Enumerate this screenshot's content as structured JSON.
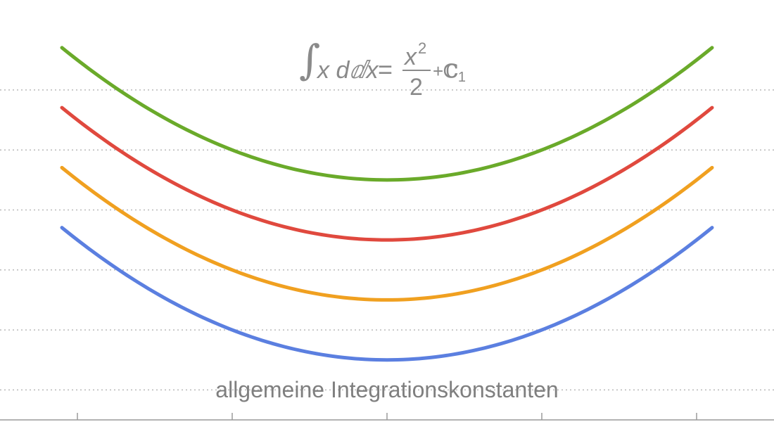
{
  "chart_data": {
    "type": "line",
    "caption": "allgemeine Integrationskonstanten",
    "formula": {
      "integral_sign": "∫",
      "integrand": "x d",
      "differential": "x",
      "equals": "=",
      "numerator": "x",
      "exponent": "2",
      "denominator": "2",
      "plus": "+",
      "constant": "ℂ",
      "subscript": "1"
    },
    "xlim": [
      -2.5,
      2.5
    ],
    "ylim": [
      -1,
      6
    ],
    "grid": "horizontal dotted",
    "series": [
      {
        "color": "#5b7fe0",
        "offset": 0
      },
      {
        "color": "#f0a020",
        "offset": 1
      },
      {
        "color": "#e0493e",
        "offset": 2
      },
      {
        "color": "#6aaa2a",
        "offset": 3
      }
    ],
    "x_ticks": [
      -2,
      -1,
      0,
      1,
      2
    ],
    "y_gridlines": [
      -0.5,
      0.5,
      1.5,
      2.5,
      3.5,
      4.5
    ]
  }
}
